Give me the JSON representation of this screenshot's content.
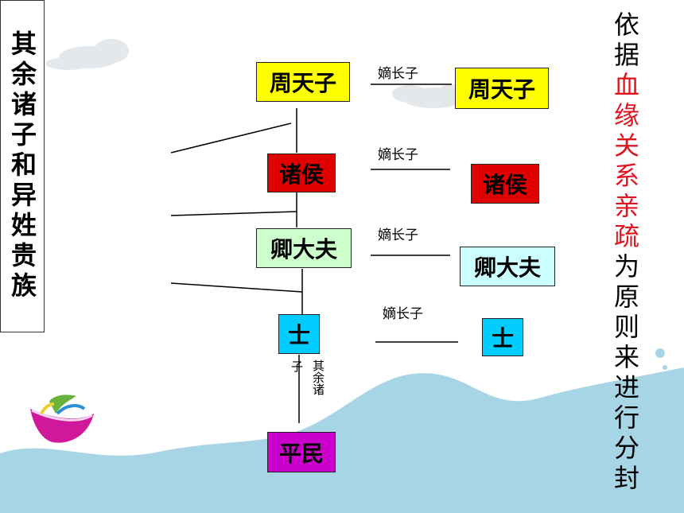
{
  "side_label": "其余诸子和异姓贵族",
  "left_tree": {
    "tianzi": {
      "label": "周天子",
      "color": "#ffff00"
    },
    "zhuhou": {
      "label": "诸侯",
      "color": "#e00000"
    },
    "qing": {
      "label": "卿大夫",
      "color": "#ccffcc"
    },
    "shi": {
      "label": "士",
      "color": "#00ccff"
    },
    "pingmin": {
      "label": "平民",
      "color": "#cc00cc"
    }
  },
  "right_tree": {
    "tianzi": {
      "label": "周天子",
      "color": "#ffff00"
    },
    "zhuhou": {
      "label": "诸侯",
      "color": "#e00000"
    },
    "qing": {
      "label": "卿大夫",
      "color": "#ccffff"
    },
    "shi": {
      "label": "士",
      "color": "#00ccff"
    }
  },
  "edge_labels": [
    "嫡长子",
    "嫡长子",
    "嫡长子",
    "嫡长子"
  ],
  "other_sons_label": "其余诸",
  "other_sons_tail": "子",
  "principle": {
    "part1": "依据",
    "highlight": "血缘关系亲疏",
    "part2": "为原则来进行分封"
  }
}
